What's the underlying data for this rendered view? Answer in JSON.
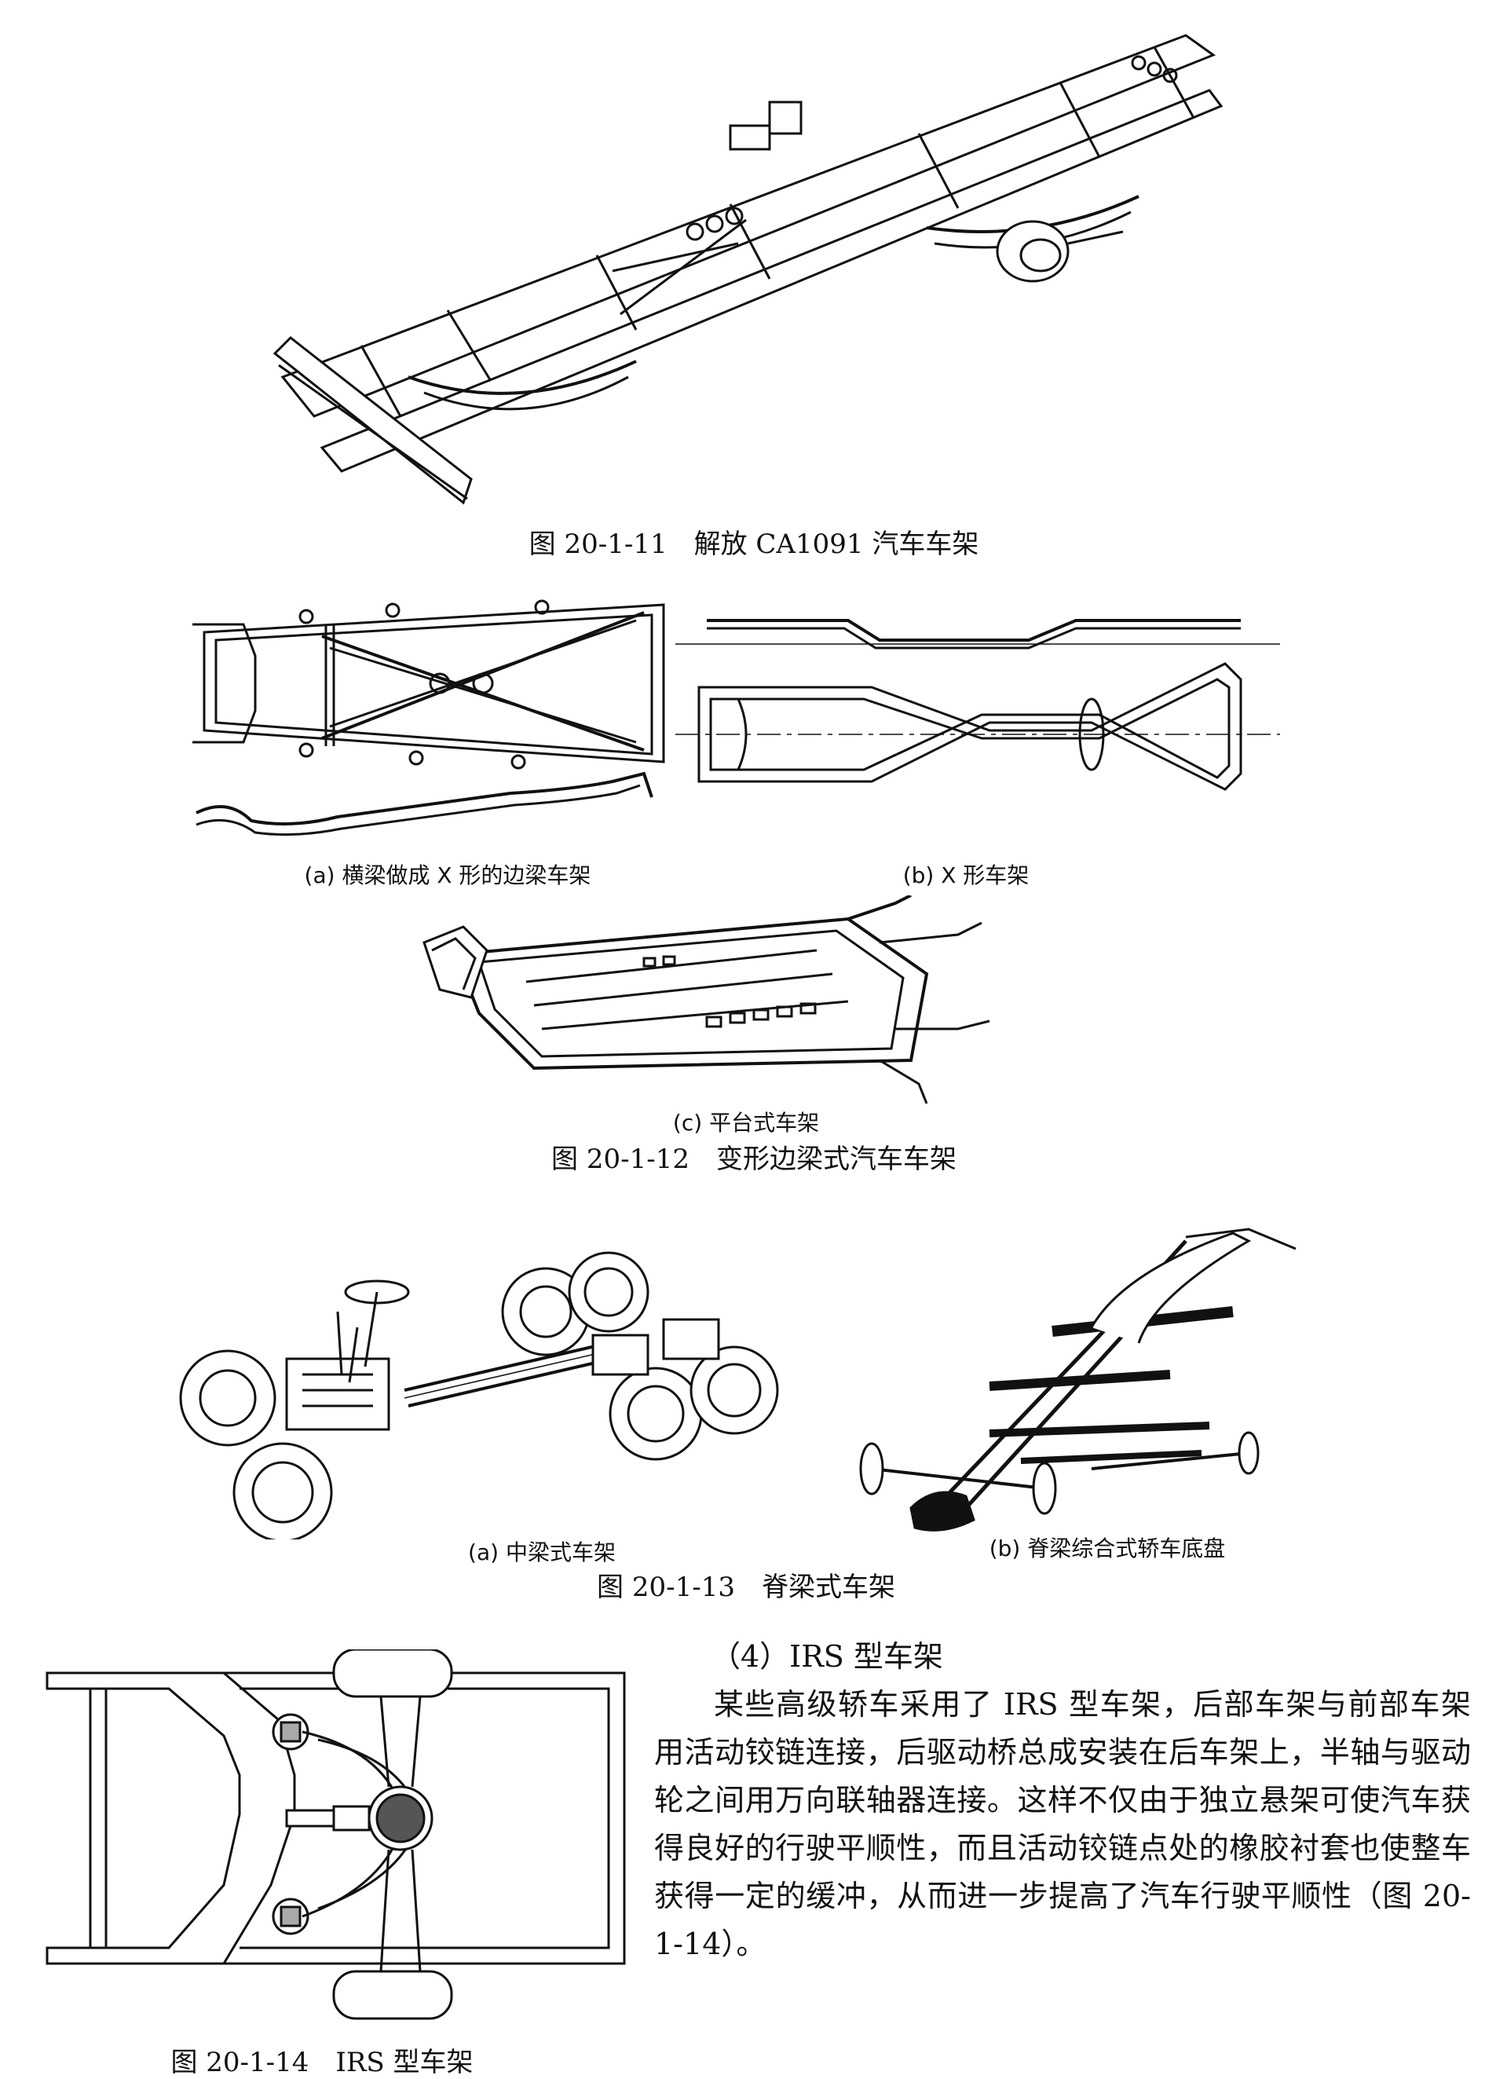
{
  "fig11": {
    "caption": "图 20-1-11　解放 CA1091 汽车车架"
  },
  "fig12": {
    "sub_a": "(a) 横梁做成 X 形的边梁车架",
    "sub_b": "(b) X 形车架",
    "sub_c": "(c) 平台式车架",
    "caption": "图 20-1-12　变形边梁式汽车车架"
  },
  "fig13": {
    "sub_a": "(a) 中梁式车架",
    "sub_b": "(b) 脊梁综合式轿车底盘",
    "caption": "图 20-1-13　脊梁式车架"
  },
  "section": {
    "heading": "（4）IRS 型车架",
    "paragraph": "某些高级轿车采用了 IRS 型车架，后部车架与前部车架用活动铰链连接，后驱动桥总成安装在后车架上，半轴与驱动轮之间用万向联轴器连接。这样不仅由于独立悬架可使汽车获得良好的行驶平顺性，而且活动铰链点处的橡胶衬套也使整车获得一定的缓冲，从而进一步提高了汽车行驶平顺性（图 20-1-14）。"
  },
  "fig14": {
    "caption": "图 20-1-14　IRS 型车架"
  }
}
